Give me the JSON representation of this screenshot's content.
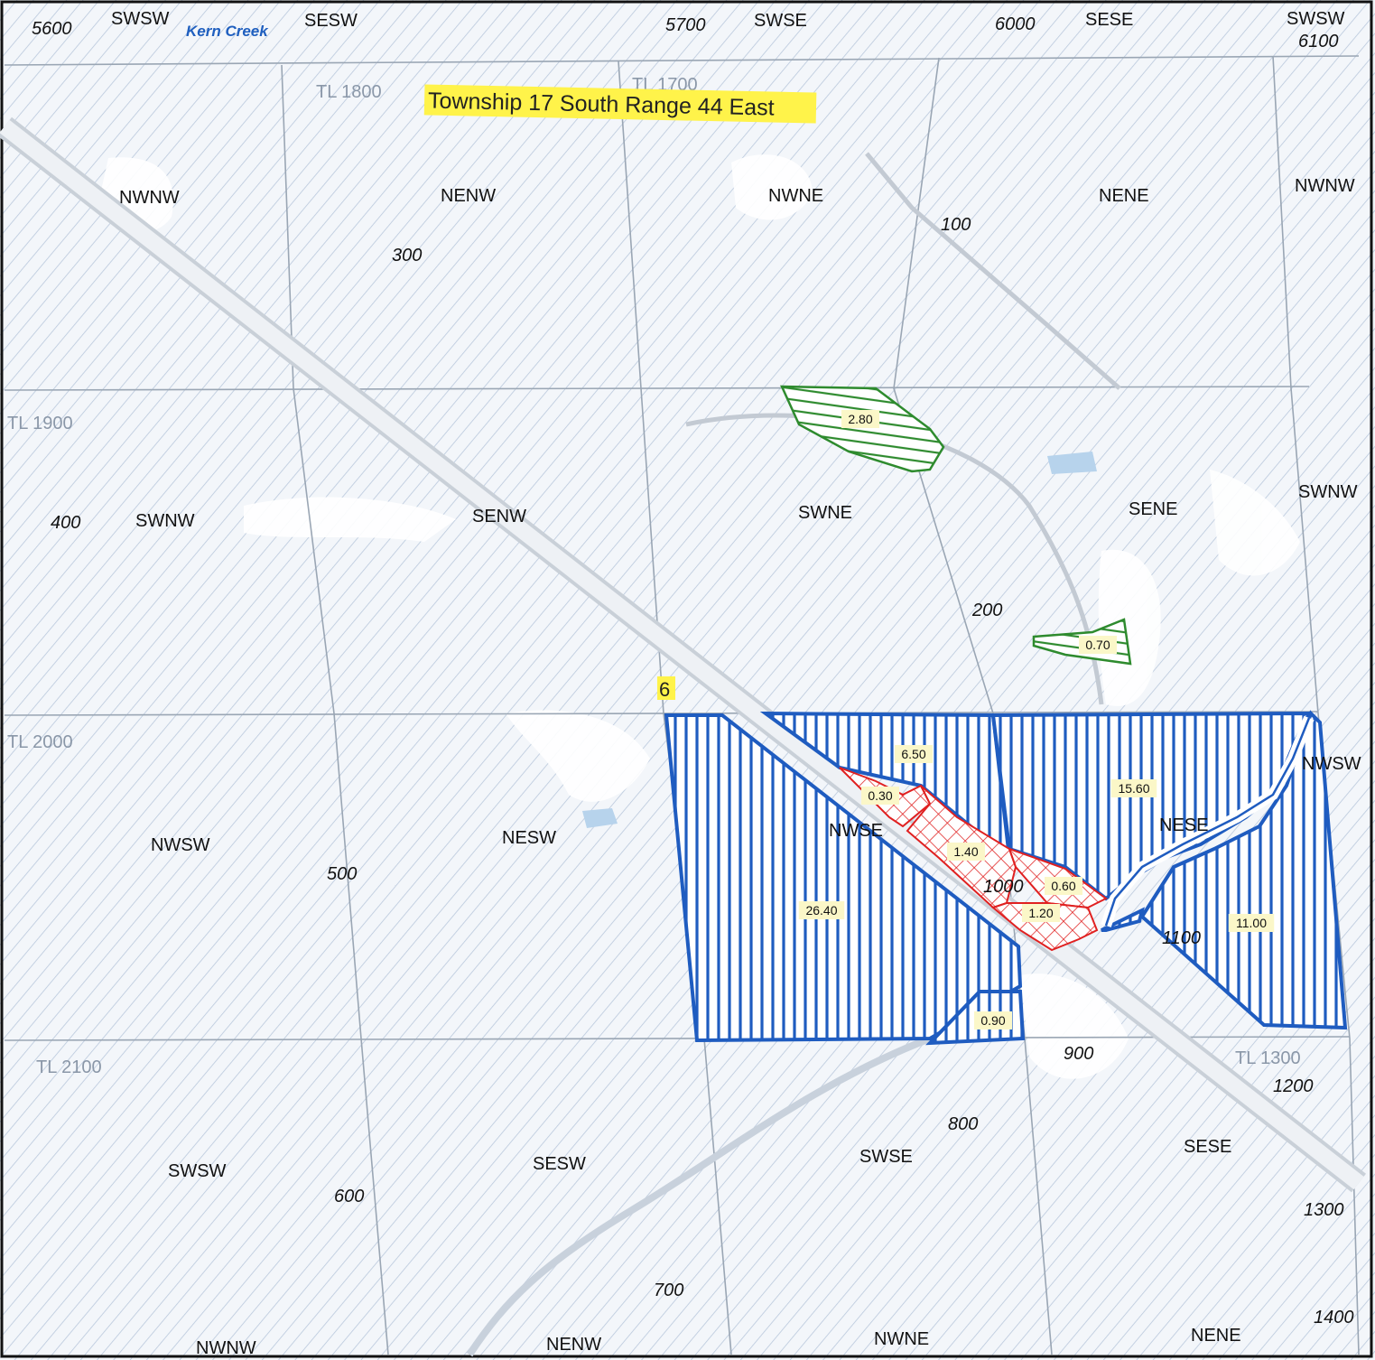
{
  "map": {
    "title": "Township 17 South Range 44 East",
    "section_number": "6",
    "creek_label": "Kern Creek",
    "colors": {
      "hatch_background": "#b9c8dc",
      "field_blue": "#1f5cc0",
      "wetland_green": "#2e8b2e",
      "disturbed_red": "#e02020",
      "title_highlight": "#fff34a",
      "acre_label_bg": "#fbf7c8",
      "road": "#c9d0d8",
      "section_line": "#9aa6b4"
    },
    "top_edge_labels": [
      {
        "id": "t-5600",
        "text": "5600",
        "style": "num"
      },
      {
        "id": "t-swsw",
        "text": "SWSW",
        "style": "qq"
      },
      {
        "id": "t-sesw",
        "text": "SESW",
        "style": "qq"
      },
      {
        "id": "t-5700",
        "text": "5700",
        "style": "num"
      },
      {
        "id": "t-swse",
        "text": "SWSE",
        "style": "qq"
      },
      {
        "id": "t-6000",
        "text": "6000",
        "style": "num"
      },
      {
        "id": "t-sese",
        "text": "SESE",
        "style": "qq"
      },
      {
        "id": "t-swsw2",
        "text": "SWSW",
        "style": "qq"
      },
      {
        "id": "t-6100",
        "text": "6100",
        "style": "num"
      }
    ],
    "quarter_labels": [
      {
        "id": "q-nwnw",
        "text": "NWNW"
      },
      {
        "id": "q-nenw",
        "text": "NENW"
      },
      {
        "id": "q-nwne",
        "text": "NWNE"
      },
      {
        "id": "q-nene",
        "text": "NENE"
      },
      {
        "id": "q-nwnw-e",
        "text": "NWNW"
      },
      {
        "id": "q-swnw",
        "text": "SWNW"
      },
      {
        "id": "q-senw",
        "text": "SENW"
      },
      {
        "id": "q-swne",
        "text": "SWNE"
      },
      {
        "id": "q-sene",
        "text": "SENE"
      },
      {
        "id": "q-swnw-e",
        "text": "SWNW"
      },
      {
        "id": "q-nwsw",
        "text": "NWSW"
      },
      {
        "id": "q-nesw",
        "text": "NESW"
      },
      {
        "id": "q-nwse",
        "text": "NWSE"
      },
      {
        "id": "q-nese",
        "text": "NESE"
      },
      {
        "id": "q-nwsw-e",
        "text": "NWSW"
      },
      {
        "id": "q-swsw",
        "text": "SWSW"
      },
      {
        "id": "q-sesw",
        "text": "SESW"
      },
      {
        "id": "q-swse",
        "text": "SWSE"
      },
      {
        "id": "q-sese",
        "text": "SESE"
      },
      {
        "id": "q-nwnw-b",
        "text": "NWNW"
      },
      {
        "id": "q-nenw-b",
        "text": "NENW"
      },
      {
        "id": "q-nwne-b",
        "text": "NWNE"
      },
      {
        "id": "q-nene-b",
        "text": "NENE"
      }
    ],
    "tax_lot_numbers": [
      {
        "id": "n-100",
        "text": "100"
      },
      {
        "id": "n-200",
        "text": "200"
      },
      {
        "id": "n-300",
        "text": "300"
      },
      {
        "id": "n-400",
        "text": "400"
      },
      {
        "id": "n-500",
        "text": "500"
      },
      {
        "id": "n-600",
        "text": "600"
      },
      {
        "id": "n-700",
        "text": "700"
      },
      {
        "id": "n-800",
        "text": "800"
      },
      {
        "id": "n-900",
        "text": "900"
      },
      {
        "id": "n-1000",
        "text": "1000"
      },
      {
        "id": "n-1100",
        "text": "1100"
      },
      {
        "id": "n-1200",
        "text": "1200"
      },
      {
        "id": "n-1300",
        "text": "1300"
      },
      {
        "id": "n-1400",
        "text": "1400"
      }
    ],
    "acreage_labels": [
      {
        "id": "a-2-80",
        "text": "2.80",
        "category": "green"
      },
      {
        "id": "a-0-70",
        "text": "0.70",
        "category": "green"
      },
      {
        "id": "a-6-50",
        "text": "6.50",
        "category": "blue"
      },
      {
        "id": "a-0-30",
        "text": "0.30",
        "category": "red"
      },
      {
        "id": "a-15-60",
        "text": "15.60",
        "category": "blue"
      },
      {
        "id": "a-1-40",
        "text": "1.40",
        "category": "red"
      },
      {
        "id": "a-0-60",
        "text": "0.60",
        "category": "red"
      },
      {
        "id": "a-1-20",
        "text": "1.20",
        "category": "red"
      },
      {
        "id": "a-26-40",
        "text": "26.40",
        "category": "blue"
      },
      {
        "id": "a-11-00",
        "text": "11.00",
        "category": "blue"
      },
      {
        "id": "a-0-90",
        "text": "0.90",
        "category": "blue"
      }
    ],
    "faint_labels": [
      {
        "id": "f-tl1800",
        "text": "TL 1800"
      },
      {
        "id": "f-tl1700",
        "text": "TL 1700"
      },
      {
        "id": "f-tl1900",
        "text": "TL 1900"
      },
      {
        "id": "f-tl2000",
        "text": "TL 2000"
      },
      {
        "id": "f-tl2100",
        "text": "TL 2100"
      },
      {
        "id": "f-tl1300",
        "text": "TL 1300"
      }
    ]
  }
}
